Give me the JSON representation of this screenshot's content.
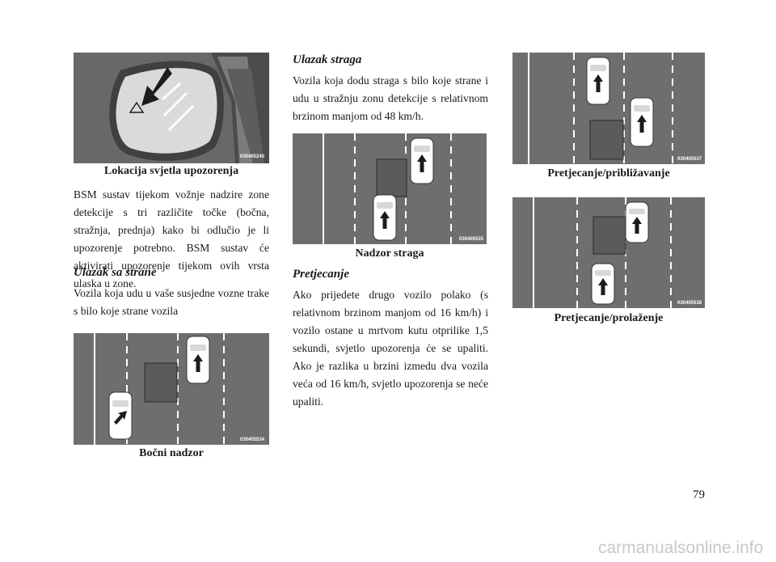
{
  "figures": {
    "mirror": {
      "code": "030405240",
      "caption": "Lokacija svjetla upozorenja"
    },
    "side": {
      "code": "030405534",
      "caption": "Bočni nadzor"
    },
    "rear": {
      "code": "030405535",
      "caption": "Nadzor straga"
    },
    "approach": {
      "code": "030405537",
      "caption": "Pretjecanje/približavanje"
    },
    "pass": {
      "code": "030405538",
      "caption": "Pretjecanje/prolaženje"
    }
  },
  "text": {
    "intro": "BSM sustav tijekom vožnje nadzire zone detekcije s tri različite točke (bočna, stražnja, prednja) kako bi odlučio je li upozorenje potrebno. BSM sustav će aktivirati upozorenje tijekom ovih vrsta ulaska u zone.",
    "side_heading": "Ulazak sa strane",
    "side_body": "Vozila koja udu u vaše susjedne vozne trake s bilo koje strane vozila",
    "rear_heading": "Ulazak straga",
    "rear_body": "Vozila koja dodu straga s bilo koje strane i udu u stražnju zonu detekcije s relativnom brzinom manjom od 48 km/h.",
    "pass_heading": "Pretjecanje",
    "pass_body": "Ako prijedete drugo vozilo polako (s relativnom brzinom manjom od 16 km/h) i vozilo ostane u mrtvom kutu otprilike 1,5 sekundi, svjetlo upozorenja će se upaliti. Ako je razlika u brzini izmedu dva vozila veća od 16 km/h, svjetlo upozorenja se neće upaliti."
  },
  "page_number": "79",
  "watermark": "carmanualsonline.info",
  "colors": {
    "road": "#6d6e70",
    "detection_zone": "#5a5b5d",
    "car": "#ffffff"
  },
  "icons": {
    "warning": "triangle-warning-icon",
    "arrow": "arrow-icon"
  }
}
